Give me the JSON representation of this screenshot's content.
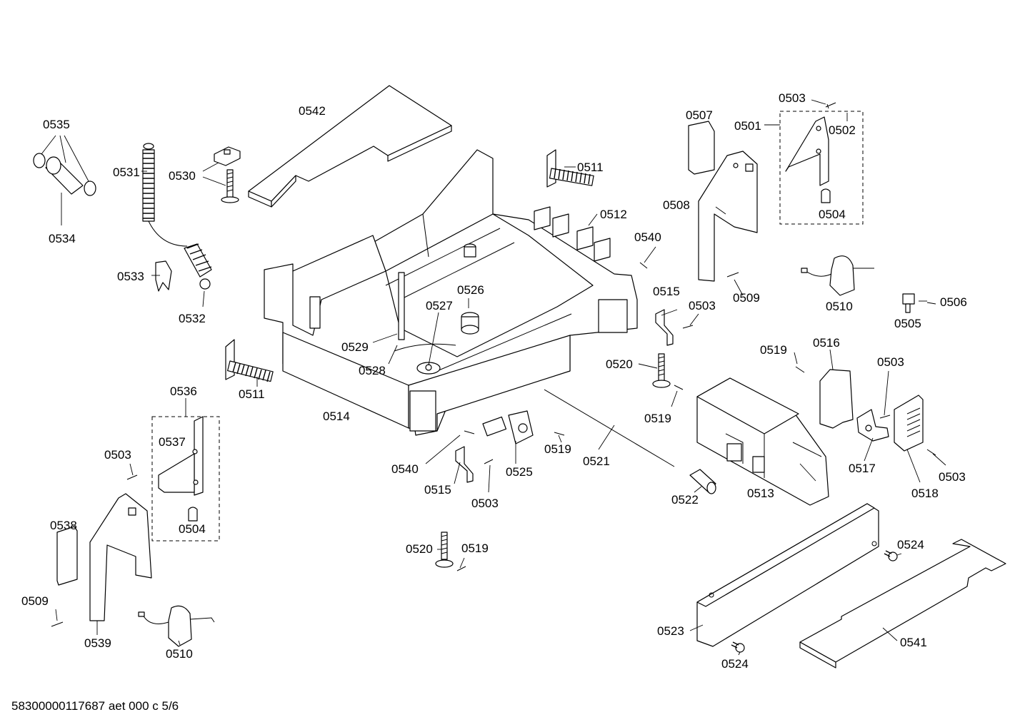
{
  "drawing": {
    "footer": "58300000117687 aet 000 c 5/6",
    "labels": {
      "l0542": "0542",
      "l0535": "0535",
      "l0531": "0531",
      "l0530": "0530",
      "l0534": "0534",
      "l0533": "0533",
      "l0532": "0532",
      "l0511a": "0511",
      "l0511b": "0511",
      "l0512": "0512",
      "l0540a": "0540",
      "l0540b": "0540",
      "l0507": "0507",
      "l0501": "0501",
      "l0502": "0502",
      "l0503a": "0503",
      "l0503b": "0503",
      "l0503c": "0503",
      "l0503d": "0503",
      "l0503e": "0503",
      "l0503f": "0503",
      "l0504a": "0504",
      "l0504b": "0504",
      "l0508": "0508",
      "l0509a": "0509",
      "l0509b": "0509",
      "l0510a": "0510",
      "l0510b": "0510",
      "l0505": "0505",
      "l0506": "0506",
      "l0515a": "0515",
      "l0515b": "0515",
      "l0526": "0526",
      "l0527": "0527",
      "l0529": "0529",
      "l0528": "0528",
      "l0514": "0514",
      "l0536": "0536",
      "l0537": "0537",
      "l0538": "0538",
      "l0539": "0539",
      "l0520a": "0520",
      "l0520b": "0520",
      "l0519a": "0519",
      "l0519b": "0519",
      "l0519c": "0519",
      "l0519d": "0519",
      "l0516": "0516",
      "l0517": "0517",
      "l0518": "0518",
      "l0513": "0513",
      "l0521": "0521",
      "l0522": "0522",
      "l0525": "0525",
      "l0523": "0523",
      "l0524a": "0524",
      "l0524b": "0524",
      "l0541": "0541"
    }
  }
}
